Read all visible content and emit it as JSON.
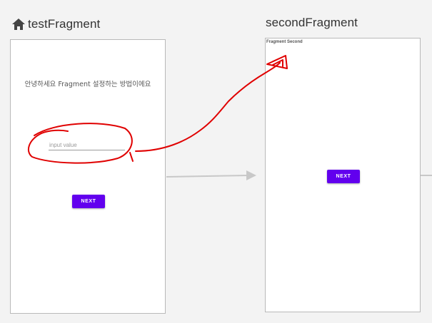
{
  "destinations": [
    {
      "title": "testFragment",
      "is_start": true,
      "greeting": "안녕하세요 Fragment 설정하는 방법이에요",
      "input_placeholder": "input value",
      "button_label": "NEXT"
    },
    {
      "title": "secondFragment",
      "fragment_label": "Fragment Second",
      "button_label": "NEXT"
    }
  ],
  "colors": {
    "canvas": "#f3f3f3",
    "button": "#6200ee",
    "action_arrow": "#c8c8c8",
    "annotation": "#e00000"
  },
  "icons": {
    "start_destination": "home-icon"
  }
}
